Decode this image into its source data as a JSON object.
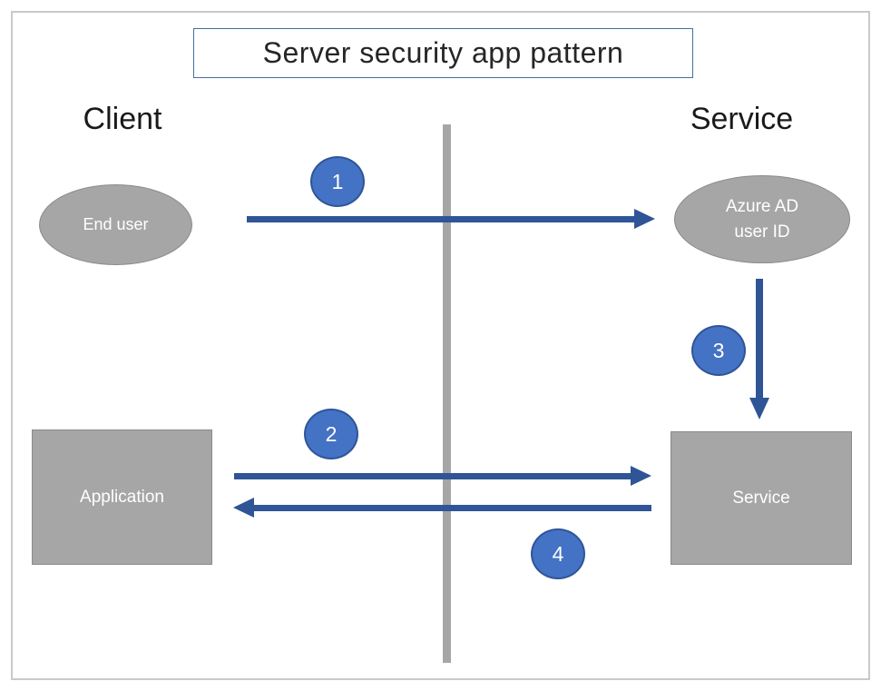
{
  "title": "Server security app pattern",
  "columns": {
    "left": "Client",
    "right": "Service"
  },
  "nodes": {
    "end_user": {
      "label": "End user",
      "shape": "ellipse"
    },
    "azure_ad_user_id": {
      "label": "Azure AD user ID",
      "line1": "Azure AD",
      "line2": "user ID",
      "shape": "ellipse"
    },
    "application": {
      "label": "Application",
      "shape": "rectangle"
    },
    "service": {
      "label": "Service",
      "shape": "rectangle"
    }
  },
  "steps": [
    {
      "number": "1",
      "from": "End user",
      "to": "Azure AD user ID",
      "direction": "right"
    },
    {
      "number": "2",
      "from": "Application",
      "to": "Service",
      "direction": "right"
    },
    {
      "number": "3",
      "from": "Azure AD user ID",
      "to": "Service",
      "direction": "down"
    },
    {
      "number": "4",
      "from": "Service",
      "to": "Application",
      "direction": "left"
    }
  ],
  "colors": {
    "badge_fill": "#4472c4",
    "badge_border": "#2f5597",
    "arrow": "#2f5597",
    "node_fill": "#a6a6a6",
    "node_border": "#8a8a8a",
    "divider": "#a6a6a6",
    "title_border": "#41719c",
    "frame_border": "#c9c9c9",
    "heading_text": "#1a1a1a",
    "node_text": "#ffffff"
  }
}
